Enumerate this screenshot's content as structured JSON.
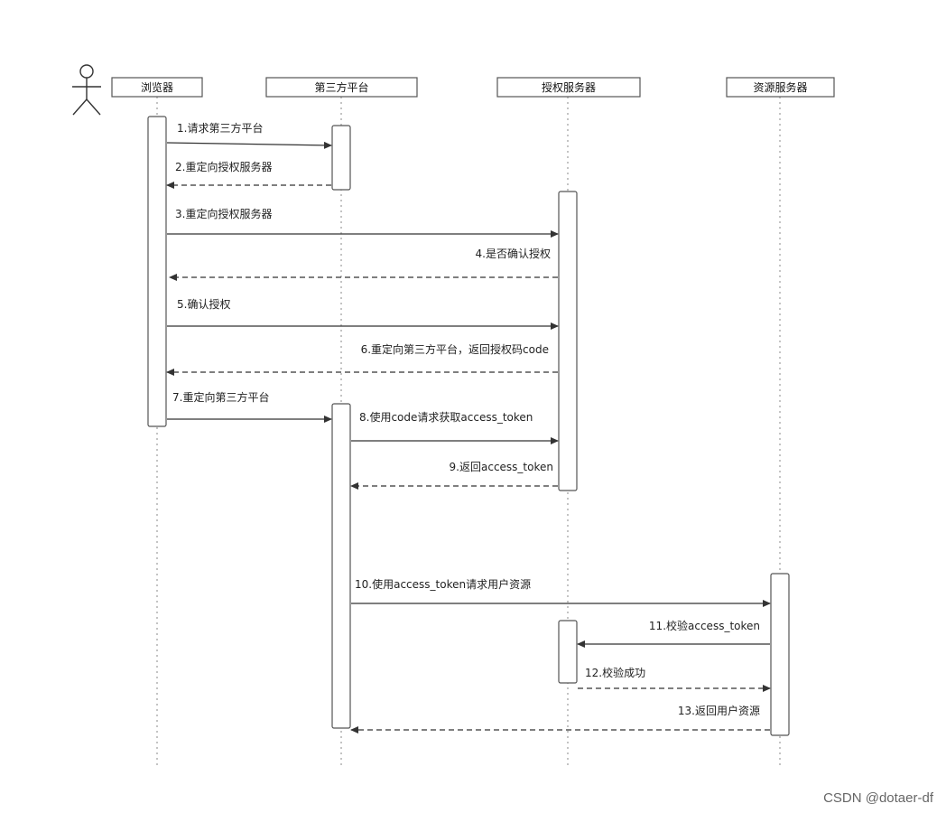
{
  "participants": [
    {
      "id": "browser",
      "label": "浏览器"
    },
    {
      "id": "thirdparty",
      "label": "第三方平台"
    },
    {
      "id": "authserver",
      "label": "授权服务器"
    },
    {
      "id": "resourceserver",
      "label": "资源服务器"
    }
  ],
  "messages": [
    {
      "id": "m1",
      "label": "1.请求第三方平台",
      "from": "browser",
      "to": "thirdparty",
      "style": "solid"
    },
    {
      "id": "m2",
      "label": "2.重定向授权服务器",
      "from": "thirdparty",
      "to": "browser",
      "style": "dashed"
    },
    {
      "id": "m3",
      "label": "3.重定向授权服务器",
      "from": "browser",
      "to": "authserver",
      "style": "solid"
    },
    {
      "id": "m4",
      "label": "4.是否确认授权",
      "from": "authserver",
      "to": "browser",
      "style": "dashed"
    },
    {
      "id": "m5",
      "label": "5.确认授权",
      "from": "browser",
      "to": "authserver",
      "style": "solid"
    },
    {
      "id": "m6",
      "label": "6.重定向第三方平台，返回授权码code",
      "from": "authserver",
      "to": "browser",
      "style": "dashed"
    },
    {
      "id": "m7",
      "label": "7.重定向第三方平台",
      "from": "browser",
      "to": "thirdparty",
      "style": "solid"
    },
    {
      "id": "m8",
      "label": "8.使用code请求获取access_token",
      "from": "thirdparty",
      "to": "authserver",
      "style": "solid"
    },
    {
      "id": "m9",
      "label": "9.返回access_token",
      "from": "authserver",
      "to": "thirdparty",
      "style": "dashed"
    },
    {
      "id": "m10",
      "label": "10.使用access_token请求用户资源",
      "from": "thirdparty",
      "to": "resourceserver",
      "style": "solid"
    },
    {
      "id": "m11",
      "label": "11.校验access_token",
      "from": "resourceserver",
      "to": "authserver",
      "style": "solid"
    },
    {
      "id": "m12",
      "label": "12.校验成功",
      "from": "authserver",
      "to": "resourceserver",
      "style": "dashed"
    },
    {
      "id": "m13",
      "label": "13.返回用户资源",
      "from": "resourceserver",
      "to": "thirdparty",
      "style": "dashed"
    }
  ],
  "watermark": "CSDN @dotaer-df",
  "colors": {
    "line": "#333333",
    "box_border": "#555555",
    "lifeline": "#888888"
  }
}
